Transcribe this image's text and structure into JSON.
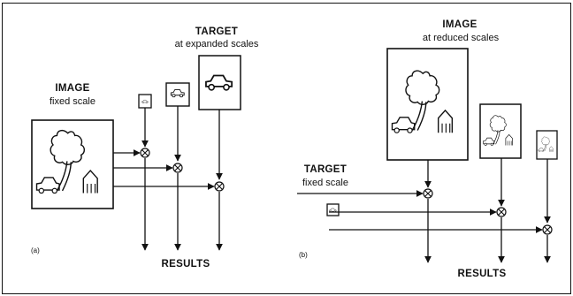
{
  "panel_a": {
    "target_title": "TARGET",
    "target_subtitle": "at expanded scales",
    "image_title": "IMAGE",
    "image_subtitle": "fixed scale",
    "results": "RESULTS",
    "tag": "(a)"
  },
  "panel_b": {
    "image_title": "IMAGE",
    "image_subtitle": "at reduced scales",
    "target_title": "TARGET",
    "target_subtitle": "fixed scale",
    "results": "RESULTS",
    "tag": "(b)"
  },
  "colors": {
    "ink": "#111111",
    "background": "#ffffff"
  }
}
